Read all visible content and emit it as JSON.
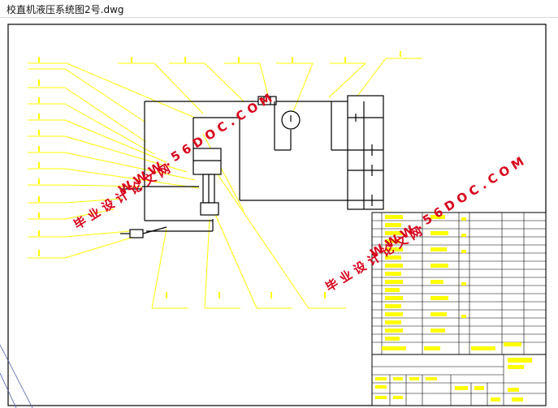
{
  "window": {
    "title": "校直机液压系统图2号.dwg"
  },
  "watermarks": [
    {
      "site": "W W W . 5 6 D O C . C O M",
      "name": "毕 业 设 计 论 文 网"
    },
    {
      "site": "W W W . 5 6 D O C . C O M",
      "name": "毕 业 设 计 论 文 网"
    }
  ],
  "colors": {
    "background": "#ffffff",
    "drawing_line": "#000000",
    "leader_line": "#ffff00",
    "table_fill": "#ffff00",
    "watermark": "#d8001a"
  }
}
